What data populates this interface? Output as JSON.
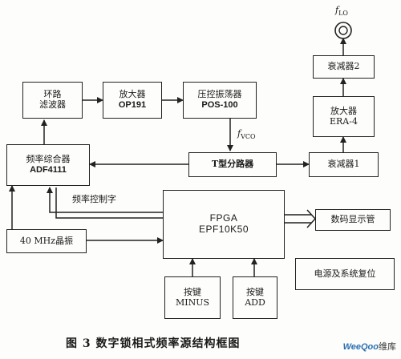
{
  "blocks": {
    "loop_filter": {
      "l1": "环路",
      "l2": "滤波器"
    },
    "amplifier_op": {
      "l1": "放大器",
      "l2": "OP191"
    },
    "vco": {
      "l1": "压控振荡器",
      "l2": "POS-100"
    },
    "synth": {
      "l1": "频率综合器",
      "l2": "ADF4111"
    },
    "splitter": {
      "l1": "T型分路器"
    },
    "atten1": {
      "l1": "衰减器1"
    },
    "amplifier_era": {
      "l1": "放大器",
      "l2": "ERA-4"
    },
    "atten2": {
      "l1": "衰减器2"
    },
    "fpga": {
      "l1": "FPGA",
      "l2": "EPF10K50"
    },
    "crystal": {
      "l1": "40 MHz晶振"
    },
    "display": {
      "l1": "数码显示管"
    },
    "key_minus": {
      "l1": "按键",
      "l2": "MINUS"
    },
    "key_add": {
      "l1": "按键",
      "l2": "ADD"
    },
    "power_reset": {
      "l1": "电源及系统复位"
    }
  },
  "labels": {
    "f_lo": "f",
    "f_lo_sub": "LO",
    "f_vco": "f",
    "f_vco_sub": "VCO",
    "freq_ctrl": "频率控制字"
  },
  "caption": "图 3    数字锁相式频率源结构框图",
  "watermark": {
    "brand": "WeeQoo",
    "suffix": "维库"
  }
}
